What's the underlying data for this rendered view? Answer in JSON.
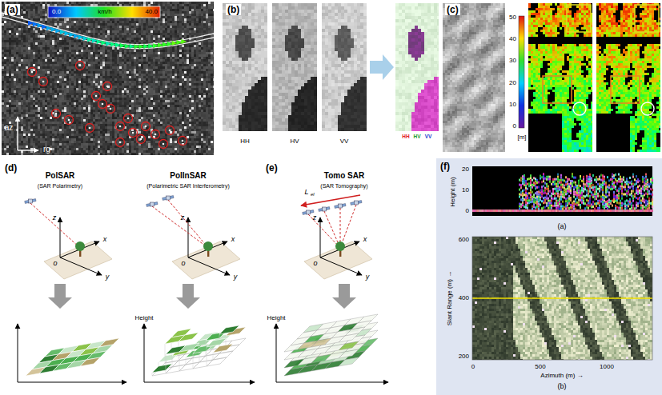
{
  "diagram": {
    "labels": [
      "(a)",
      "0.0",
      "km/h",
      "40.0",
      "az",
      "rg",
      "(b)",
      "HH",
      "HV",
      "VV",
      "HH",
      "HV",
      "VV",
      "(c)",
      "50",
      "40",
      "30",
      "20",
      "10",
      "0",
      "[m]",
      "(d)",
      "PolSAR",
      "(SAR Polarimetry)",
      "PolInSAR",
      "(Polarimetric SAR Interferometry)",
      "z",
      "x",
      "y",
      "o",
      "z",
      "x",
      "y",
      "o",
      "Height",
      "(e)",
      "Tomo SAR",
      "(SAR Tomography)",
      "L",
      "el",
      "z",
      "x",
      "y",
      "o",
      "Height",
      "(f)",
      "Height (m)",
      "20",
      "10",
      "0",
      "(a)",
      "Slant Range (m) →",
      "600",
      "400",
      "200",
      "0",
      "500",
      "1000",
      "Azimuth (m) →",
      "(b)"
    ]
  }
}
